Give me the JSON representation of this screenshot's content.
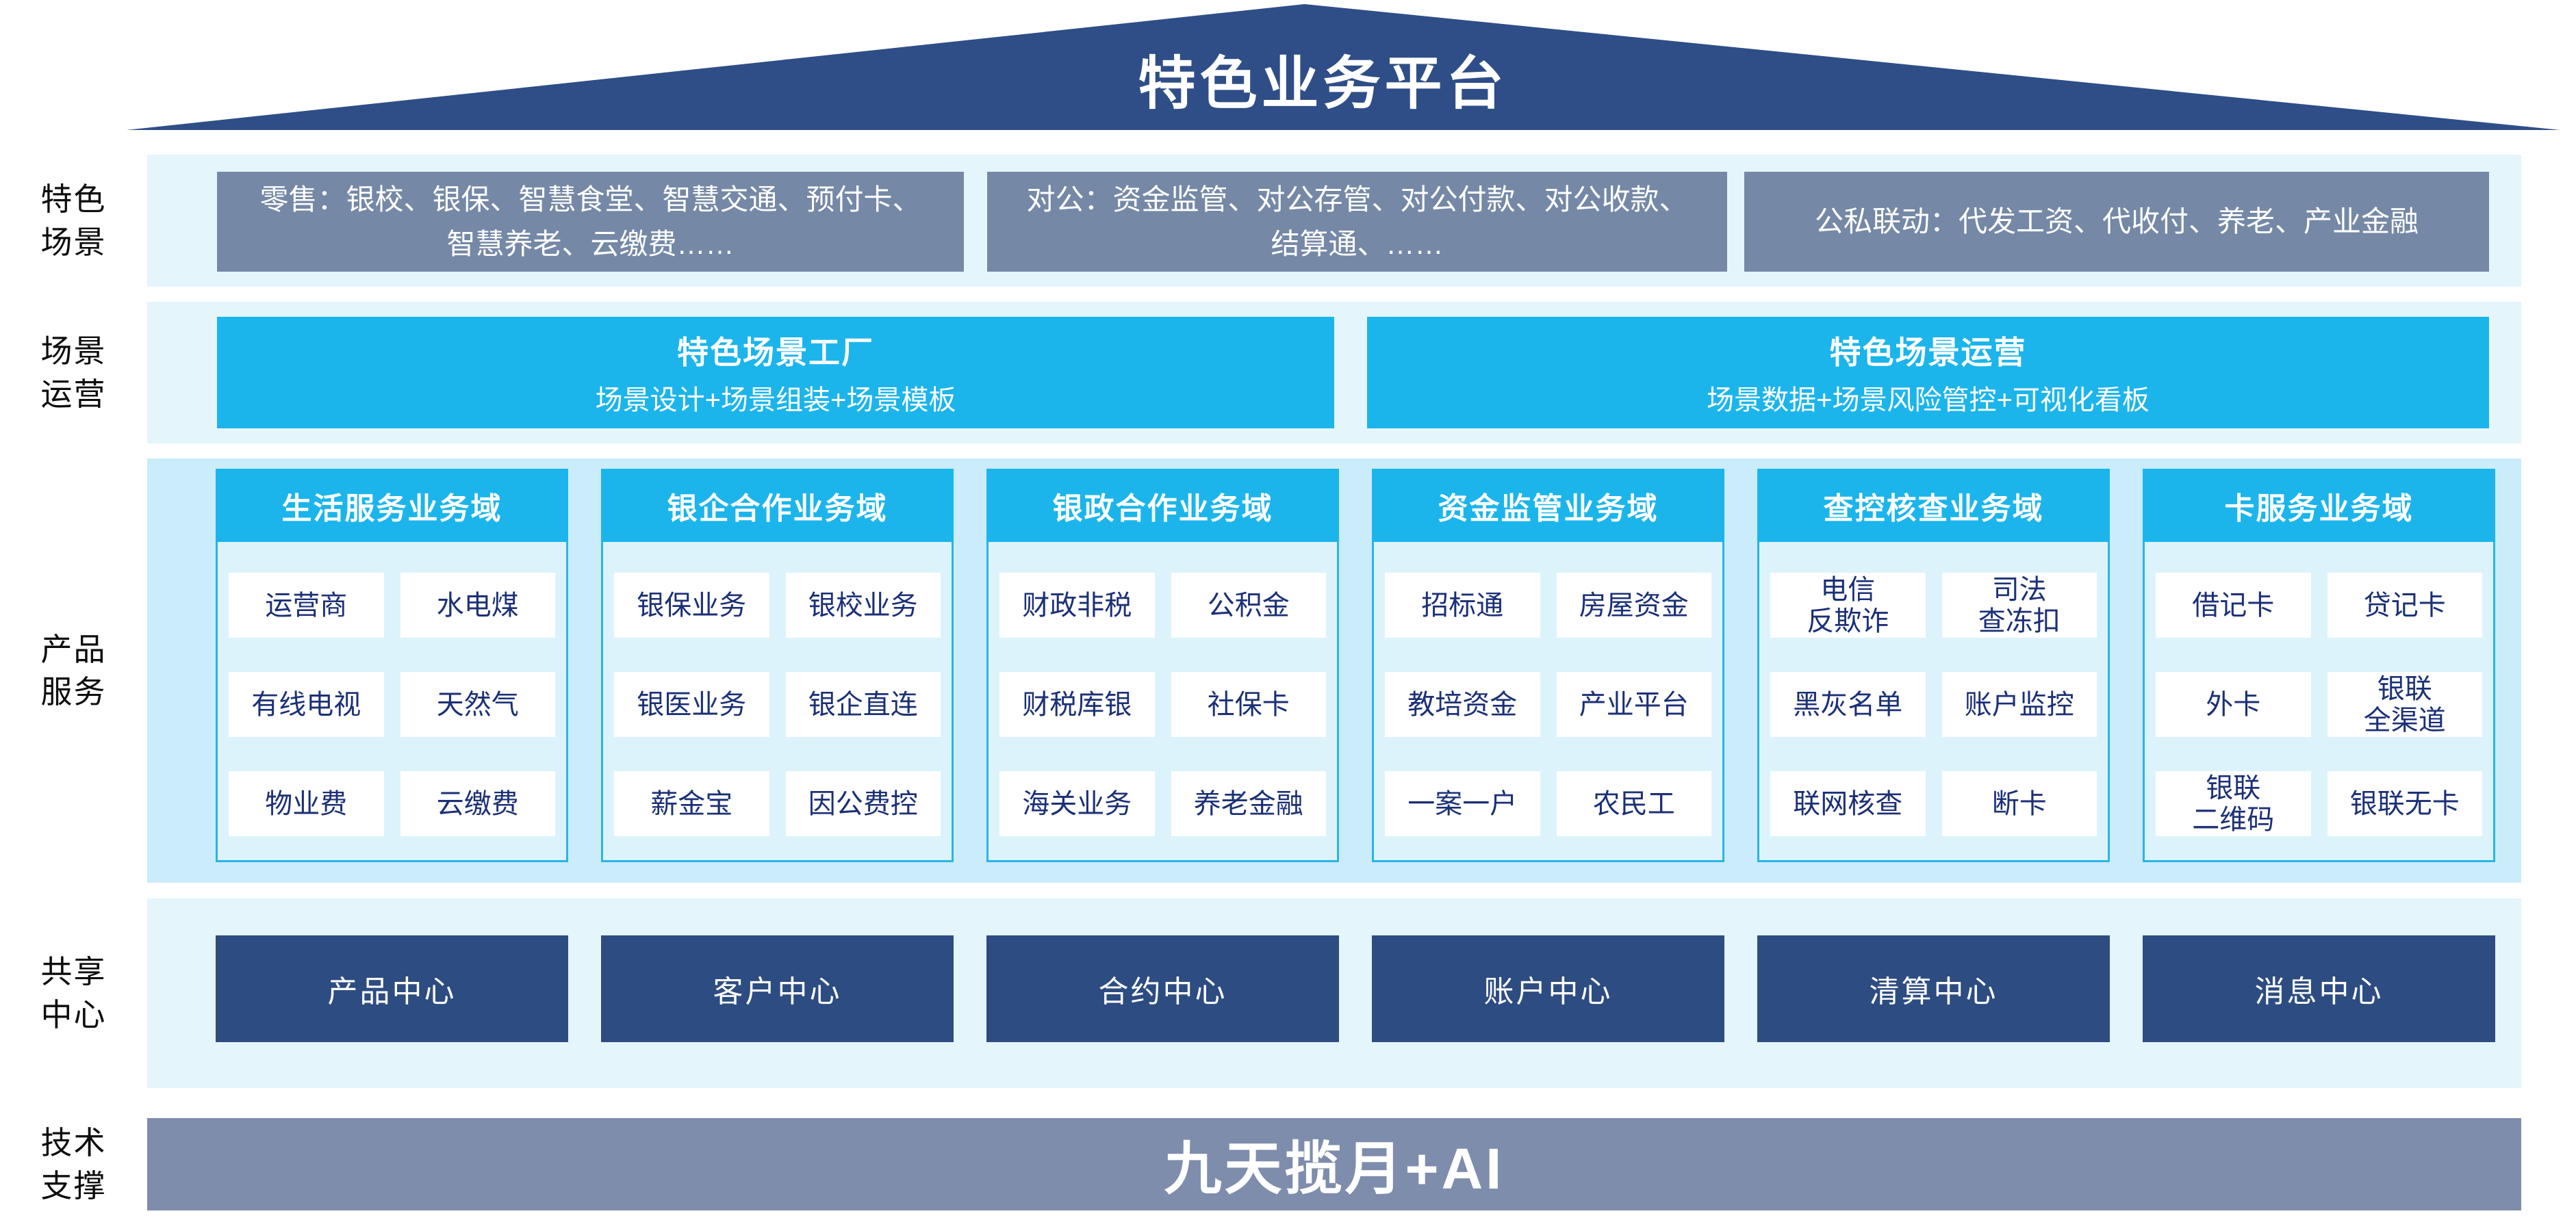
{
  "platform_title": "特色业务平台",
  "colors": {
    "roof_navy": "#2F4E87",
    "scene_box_gray": "#7588A6",
    "band_light_blue": "#E4F5FC",
    "product_band_blue": "#CBECFA",
    "card_body_blue": "#DDF3FC",
    "accent_cyan": "#1BB5EB",
    "cell_text_navy": "#1B3076",
    "center_box_navy": "#2D4C81",
    "tech_band_gray": "#7E8DAC"
  },
  "side_labels": [
    "特色\n场景",
    "场景\n运营",
    "产品\n服务",
    "共享\n中心",
    "技术\n支撑"
  ],
  "scene_row": {
    "boxes": [
      "零售：银校、银保、智慧食堂、智慧交通、预付卡、智慧养老、云缴费……",
      "对公：资金监管、对公存管、对公付款、对公收款、结算通、……",
      "公私联动：代发工资、代收付、养老、产业金融"
    ]
  },
  "operation_row": {
    "boxes": [
      {
        "title": "特色场景工厂",
        "subtitle": "场景设计+场景组装+场景模板"
      },
      {
        "title": "特色场景运营",
        "subtitle": "场景数据+场景风险管控+可视化看板"
      }
    ]
  },
  "product_row": {
    "columns": [
      {
        "header": "生活服务业务域",
        "cells": [
          "运营商",
          "水电煤",
          "有线电视",
          "天然气",
          "物业费",
          "云缴费"
        ]
      },
      {
        "header": "银企合作业务域",
        "cells": [
          "银保业务",
          "银校业务",
          "银医业务",
          "银企直连",
          "薪金宝",
          "因公费控"
        ]
      },
      {
        "header": "银政合作业务域",
        "cells": [
          "财政非税",
          "公积金",
          "财税库银",
          "社保卡",
          "海关业务",
          "养老金融"
        ]
      },
      {
        "header": "资金监管业务域",
        "cells": [
          "招标通",
          "房屋资金",
          "教培资金",
          "产业平台",
          "一案一户",
          "农民工"
        ]
      },
      {
        "header": "查控核查业务域",
        "cells": [
          "电信\n反欺诈",
          "司法\n查冻扣",
          "黑灰名单",
          "账户监控",
          "联网核查",
          "断卡"
        ]
      },
      {
        "header": "卡服务业务域",
        "cells": [
          "借记卡",
          "贷记卡",
          "外卡",
          "银联\n全渠道",
          "银联\n二维码",
          "银联无卡"
        ]
      }
    ]
  },
  "center_row": {
    "boxes": [
      "产品中心",
      "客户中心",
      "合约中心",
      "账户中心",
      "清算中心",
      "消息中心"
    ]
  },
  "tech_row": {
    "label": "九天揽月+AI"
  }
}
